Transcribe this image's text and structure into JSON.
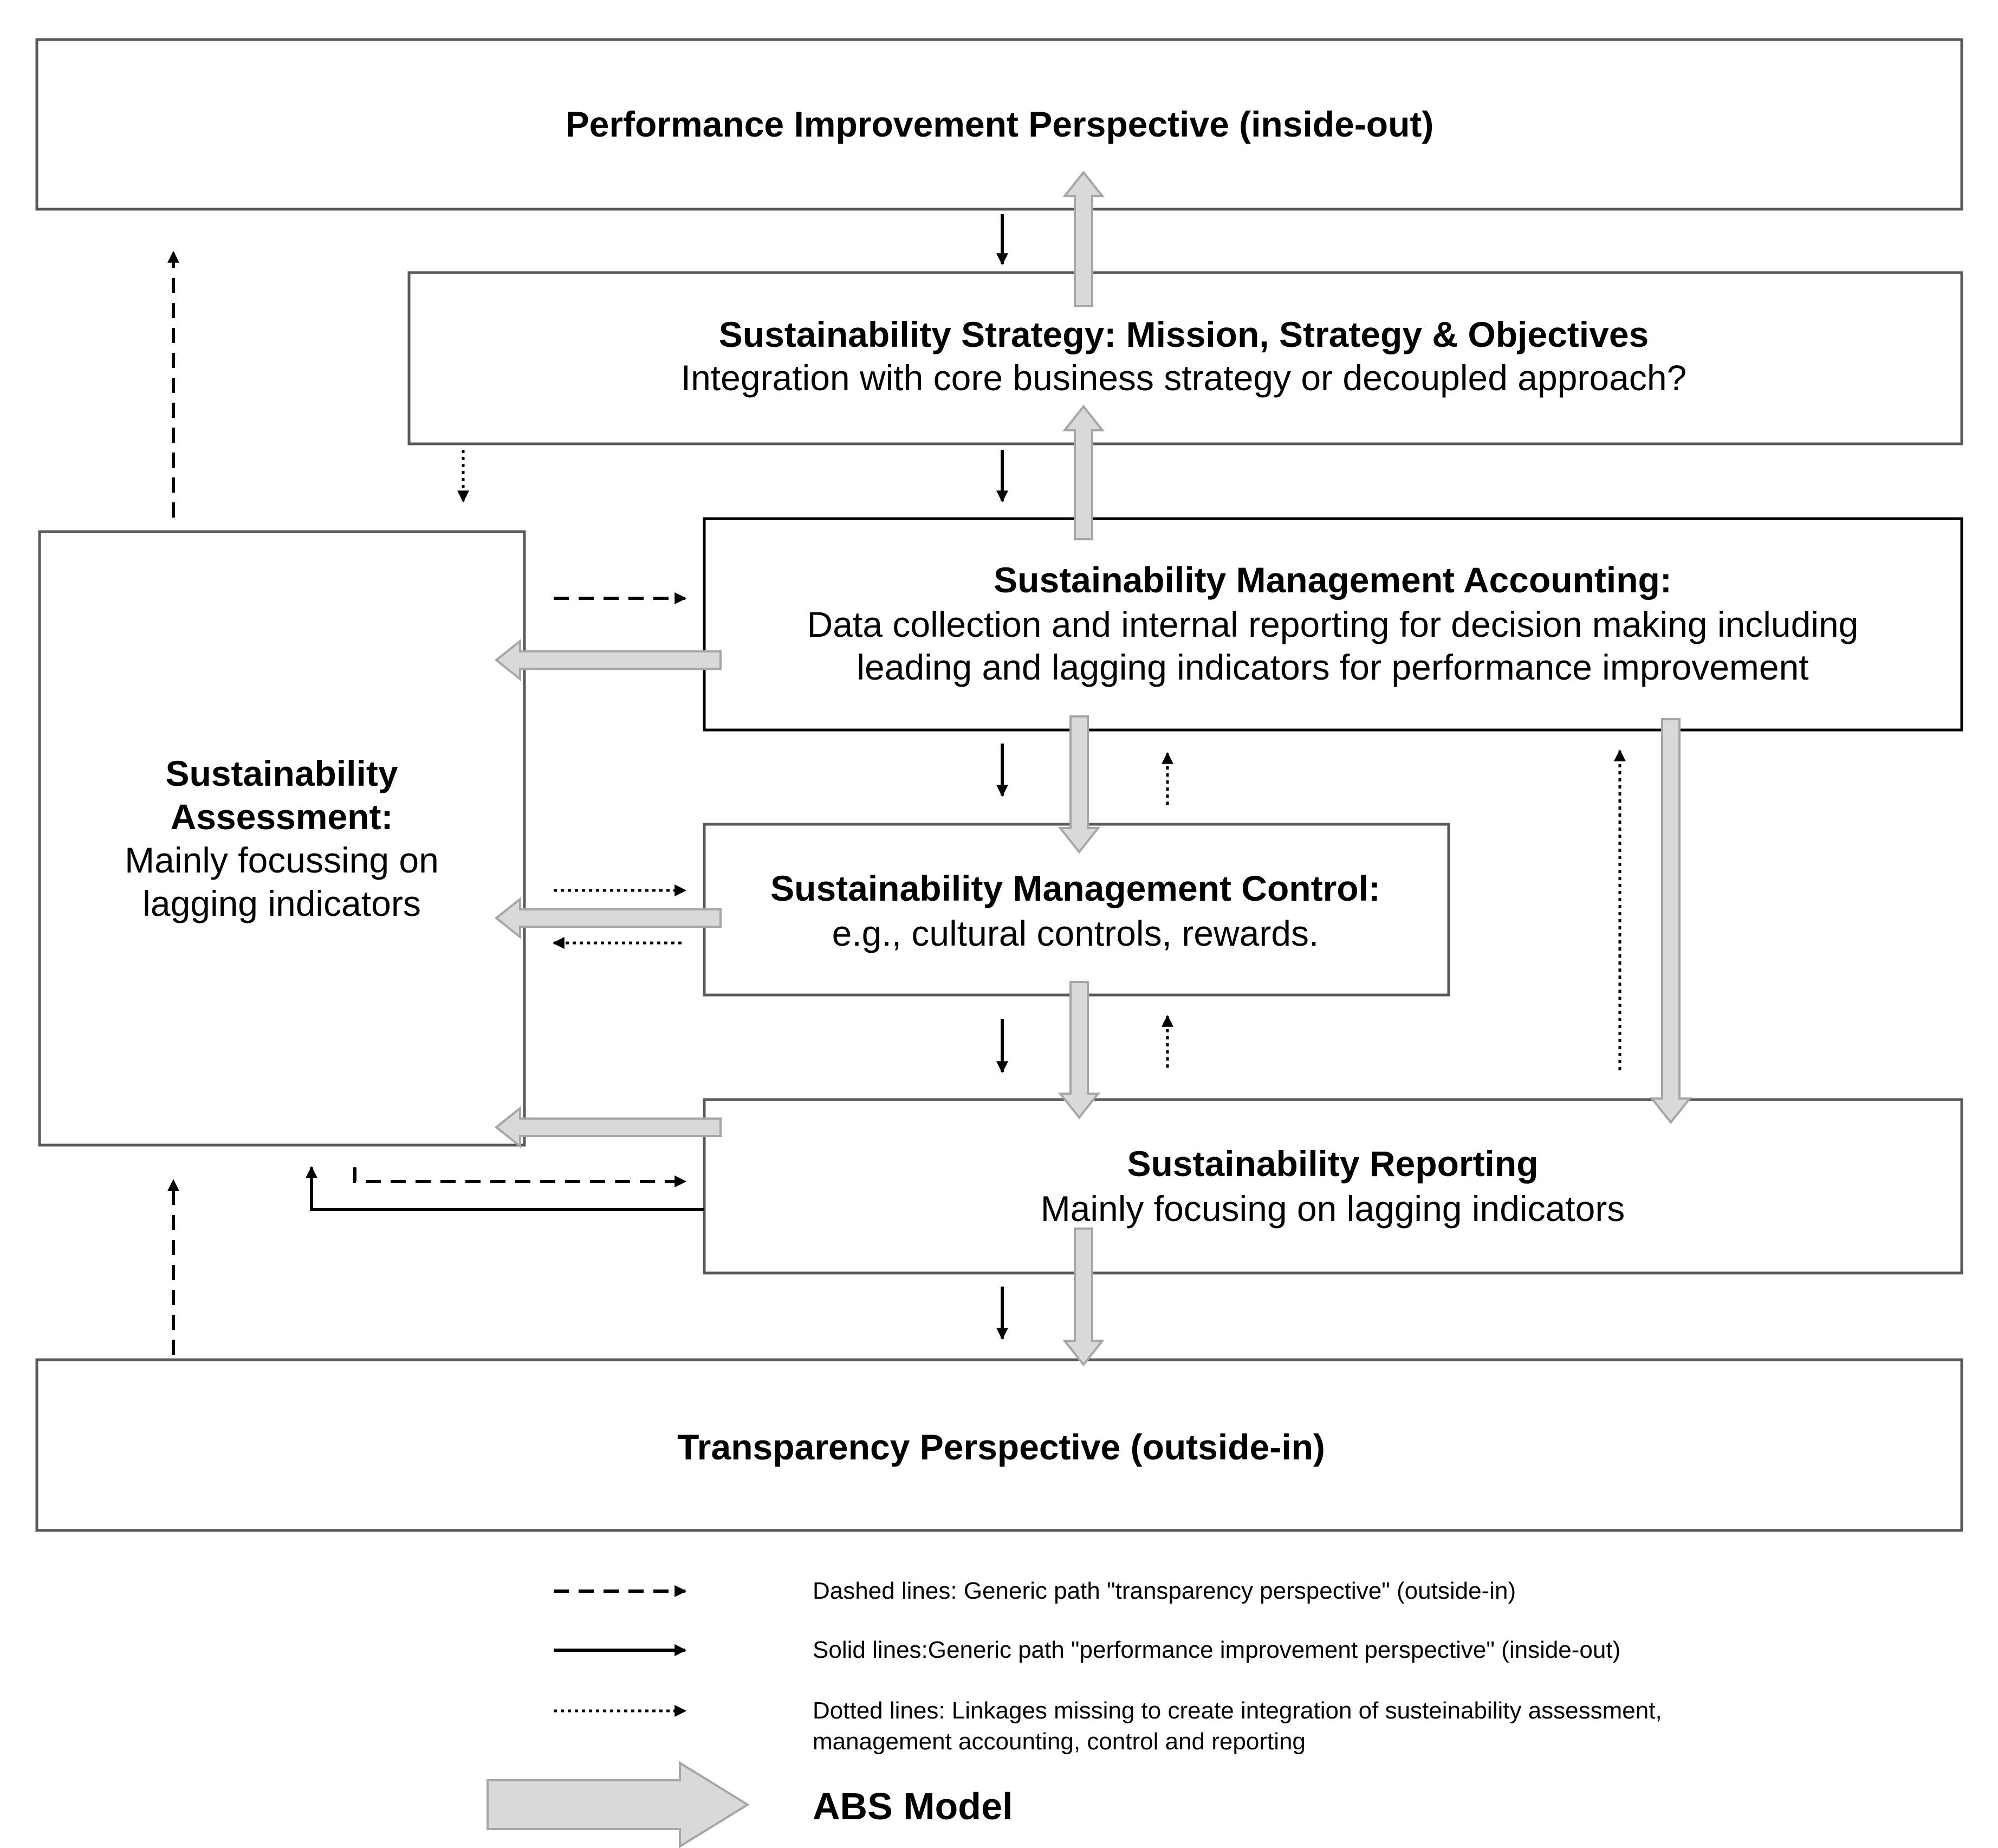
{
  "colors": {
    "box_border": "#595959",
    "box_border_dark": "#000000",
    "line": "#000000",
    "abs_arrow_fill": "#d9d9d9",
    "abs_arrow_stroke": "#a6a6a6"
  },
  "boxes": {
    "performance": {
      "title": "Performance Improvement Perspective (inside-out)"
    },
    "strategy": {
      "title": "Sustainability Strategy: Mission, Strategy & Objectives",
      "subtitle": "Integration with core business strategy or decoupled approach?"
    },
    "accounting": {
      "title": "Sustainability Management Accounting:",
      "line1": "Data collection and internal reporting for decision making including",
      "line2": "leading and lagging indicators for performance improvement"
    },
    "control": {
      "title": "Sustainability Management Control:",
      "subtitle": "e.g., cultural controls, rewards."
    },
    "reporting": {
      "title": "Sustainability Reporting",
      "subtitle": "Mainly focusing on lagging indicators"
    },
    "assessment": {
      "title_line1": "Sustainability",
      "title_line2": "Assessment:",
      "line1": "Mainly focussing on",
      "line2": "lagging indicators"
    },
    "transparency": {
      "title": "Transparency Perspective (outside-in)"
    }
  },
  "legend": {
    "dashed": "Dashed lines: Generic path \"transparency perspective\" (outside-in)",
    "solid": "Solid lines:Generic path \"performance improvement perspective\" (inside-out)",
    "dotted_line1": "Dotted lines: Linkages missing to create integration of susteinability assessment,",
    "dotted_line2": "management accounting, control and reporting",
    "abs": "ABS Model"
  }
}
